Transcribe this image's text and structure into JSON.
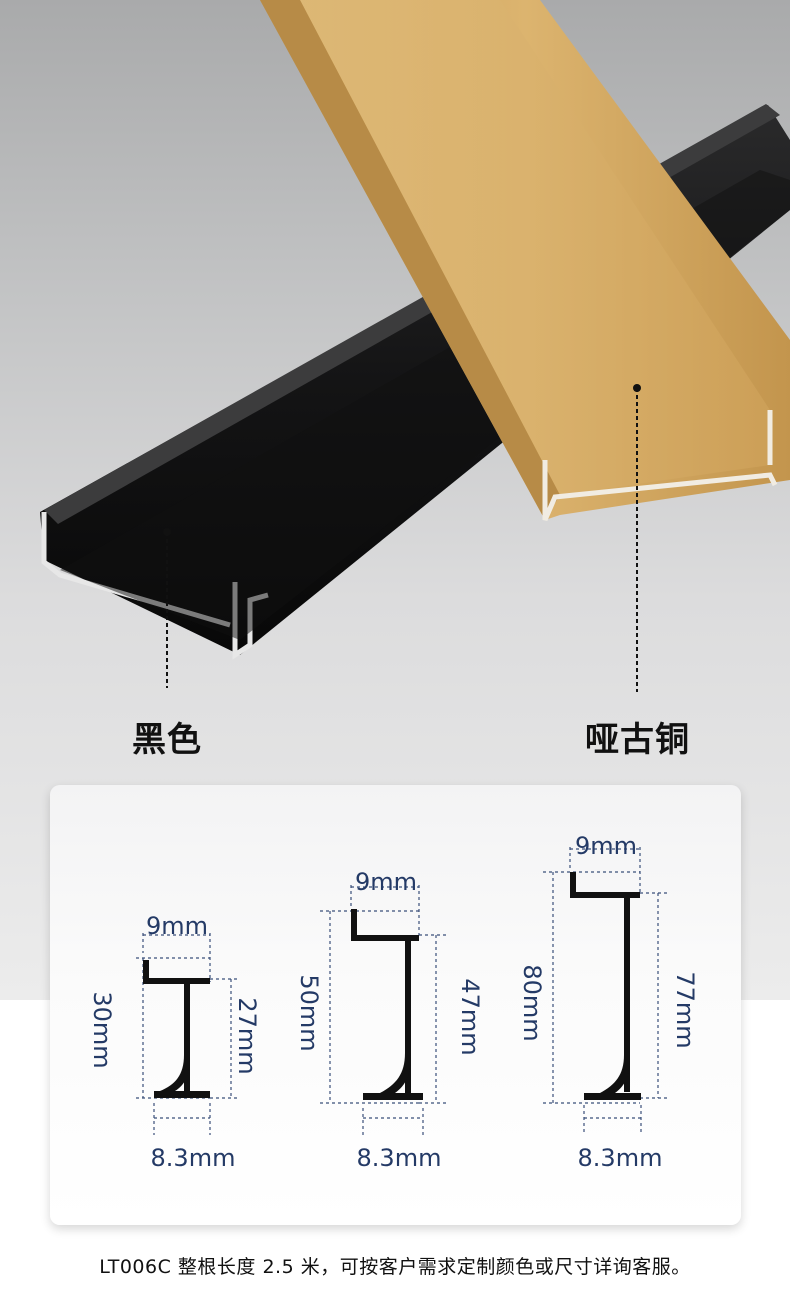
{
  "labels": {
    "black": "黑色",
    "gold": "哑古铜"
  },
  "colors": {
    "black_profile": "#1b1b1c",
    "gold_profile": "#d4a862",
    "dimension_line": "#3a4f7a",
    "dimension_text": "#243a66"
  },
  "profiles": [
    {
      "top_width": "9mm",
      "total_height": "30mm",
      "inner_height": "27mm",
      "bottom_width": "8.3mm"
    },
    {
      "top_width": "9mm",
      "total_height": "50mm",
      "inner_height": "47mm",
      "bottom_width": "8.3mm"
    },
    {
      "top_width": "9mm",
      "total_height": "80mm",
      "inner_height": "77mm",
      "bottom_width": "8.3mm"
    }
  ],
  "footer": "LT006C 整根长度 2.5 米，可按客户需求定制颜色或尺寸详询客服。"
}
